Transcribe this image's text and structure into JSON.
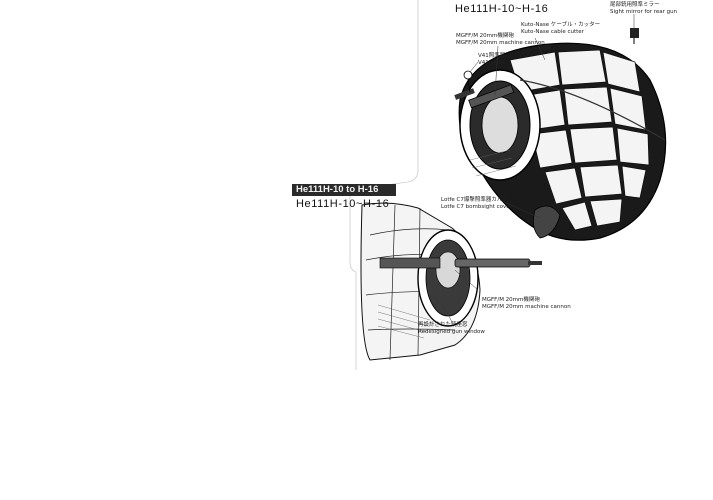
{
  "titles": {
    "top": "He111H-10~H-16",
    "badge": "He111H-10 to H-16",
    "middle": "He111H-10~H-16"
  },
  "callouts": {
    "sight_mirror_jp": "尾部銃用照準ミラー",
    "sight_mirror_en": "Sight mirror for rear gun",
    "kuto_nase_jp": "Kuto-Nase ケーブル・カッター",
    "kuto_nase_en": "Kuto-Nase cable cutter",
    "mgff_top_jp": "MGFF/M 20mm機関砲",
    "mgff_top_en": "MGFF/M 20mm machine cannon",
    "v41_jp": "V41照準器",
    "v41_en": "V41 sight",
    "lotfe_jp": "Lotfe C7爆撃照準器カバー",
    "lotfe_en": "Lotfe C7 bombsight cover",
    "mgff_bottom_jp": "MGFF/M 20mm機関砲",
    "mgff_bottom_en": "MGFF/M 20mm machine cannon",
    "redesigned_jp": "再設計された銃座窓",
    "redesigned_en": "Redesigned gun window"
  }
}
